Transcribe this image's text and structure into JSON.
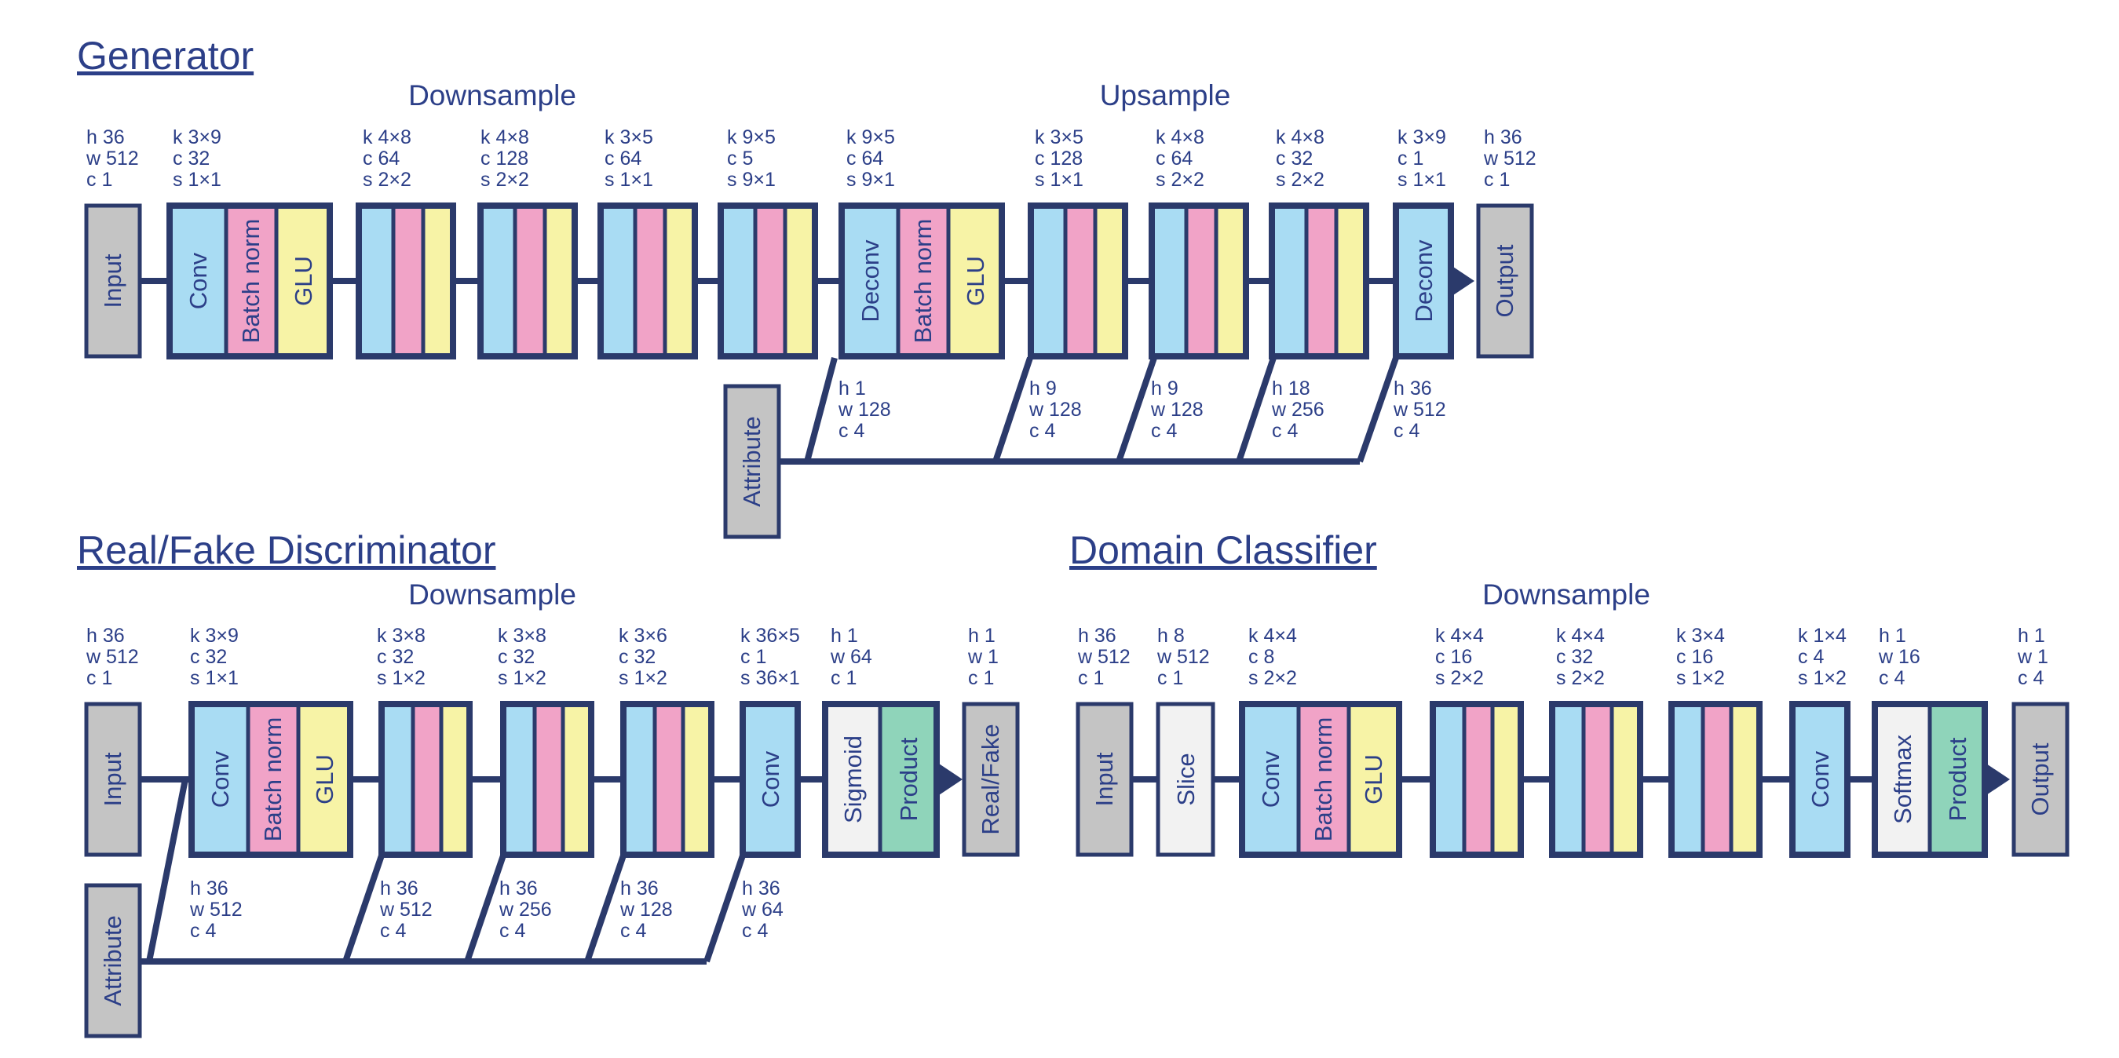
{
  "sections": {
    "generator": "Generator",
    "realfake": "Real/Fake Discriminator",
    "domain": "Domain Classifier"
  },
  "groups": {
    "gen_down": "Downsample",
    "gen_up": "Upsample",
    "disc_down": "Downsample",
    "cls_down": "Downsample"
  },
  "labels": {
    "input": "Input",
    "output": "Output",
    "attribute": "Attribute",
    "conv": "Conv",
    "deconv": "Deconv",
    "batch_norm": "Batch norm",
    "glu": "GLU",
    "sigmoid": "Sigmoid",
    "product": "Product",
    "realfake": "Real/Fake",
    "slice": "Slice",
    "softmax": "Softmax"
  },
  "colors": {
    "line": "#2b3a6b",
    "text": "#2c3f88",
    "io_gray": "#c4c4c4",
    "conv_blue": "#a9dcf3",
    "bn_pink": "#f1a3c7",
    "glu_yellow": "#f7f3a6",
    "sigmoid_white": "#f2f2f2",
    "product_green": "#8fd4ba"
  },
  "params": {
    "gen": [
      [
        "h 36",
        "w 512",
        "c 1"
      ],
      [
        "k 3×9",
        "c 32",
        "s 1×1"
      ],
      [
        "k 4×8",
        "c 64",
        "s 2×2"
      ],
      [
        "k 4×8",
        "c 128",
        "s 2×2"
      ],
      [
        "k 3×5",
        "c 64",
        "s 1×1"
      ],
      [
        "k 9×5",
        "c 5",
        "s 9×1"
      ],
      [
        "k 9×5",
        "c 64",
        "s 9×1"
      ],
      [
        "k 3×5",
        "c 128",
        "s 1×1"
      ],
      [
        "k 4×8",
        "c 64",
        "s 2×2"
      ],
      [
        "k 4×8",
        "c 32",
        "s 2×2"
      ],
      [
        "k 3×9",
        "c 1",
        "s 1×1"
      ],
      [
        "h 36",
        "w 512",
        "c 1"
      ]
    ],
    "gen_attr": [
      [
        "h 1",
        "w 128",
        "c 4"
      ],
      [
        "h 9",
        "w 128",
        "c 4"
      ],
      [
        "h 9",
        "w 128",
        "c 4"
      ],
      [
        "h 18",
        "w 256",
        "c 4"
      ],
      [
        "h 36",
        "w 512",
        "c 4"
      ]
    ],
    "disc": [
      [
        "h 36",
        "w 512",
        "c 1"
      ],
      [
        "k 3×9",
        "c 32",
        "s 1×1"
      ],
      [
        "k 3×8",
        "c 32",
        "s 1×2"
      ],
      [
        "k 3×8",
        "c 32",
        "s 1×2"
      ],
      [
        "k 3×6",
        "c 32",
        "s 1×2"
      ],
      [
        "k 36×5",
        "c 1",
        "s 36×1"
      ],
      [
        "h 1",
        "w 64",
        "c 1"
      ],
      [
        "h 1",
        "w 1",
        "c 1"
      ]
    ],
    "disc_attr": [
      [
        "h 36",
        "w 512",
        "c 4"
      ],
      [
        "h 36",
        "w 512",
        "c 4"
      ],
      [
        "h 36",
        "w 256",
        "c 4"
      ],
      [
        "h 36",
        "w 128",
        "c 4"
      ],
      [
        "h 36",
        "w 64",
        "c 4"
      ]
    ],
    "cls": [
      [
        "h 36",
        "w 512",
        "c 1"
      ],
      [
        "h 8",
        "w 512",
        "c 1"
      ],
      [
        "k 4×4",
        "c 8",
        "s 2×2"
      ],
      [
        "k 4×4",
        "c 16",
        "s 2×2"
      ],
      [
        "k 4×4",
        "c 32",
        "s 2×2"
      ],
      [
        "k 3×4",
        "c 16",
        "s 1×2"
      ],
      [
        "k 1×4",
        "c 4",
        "s 1×2"
      ],
      [
        "h 1",
        "w 16",
        "c 4"
      ],
      [
        "h 1",
        "w 1",
        "c 4"
      ]
    ]
  }
}
